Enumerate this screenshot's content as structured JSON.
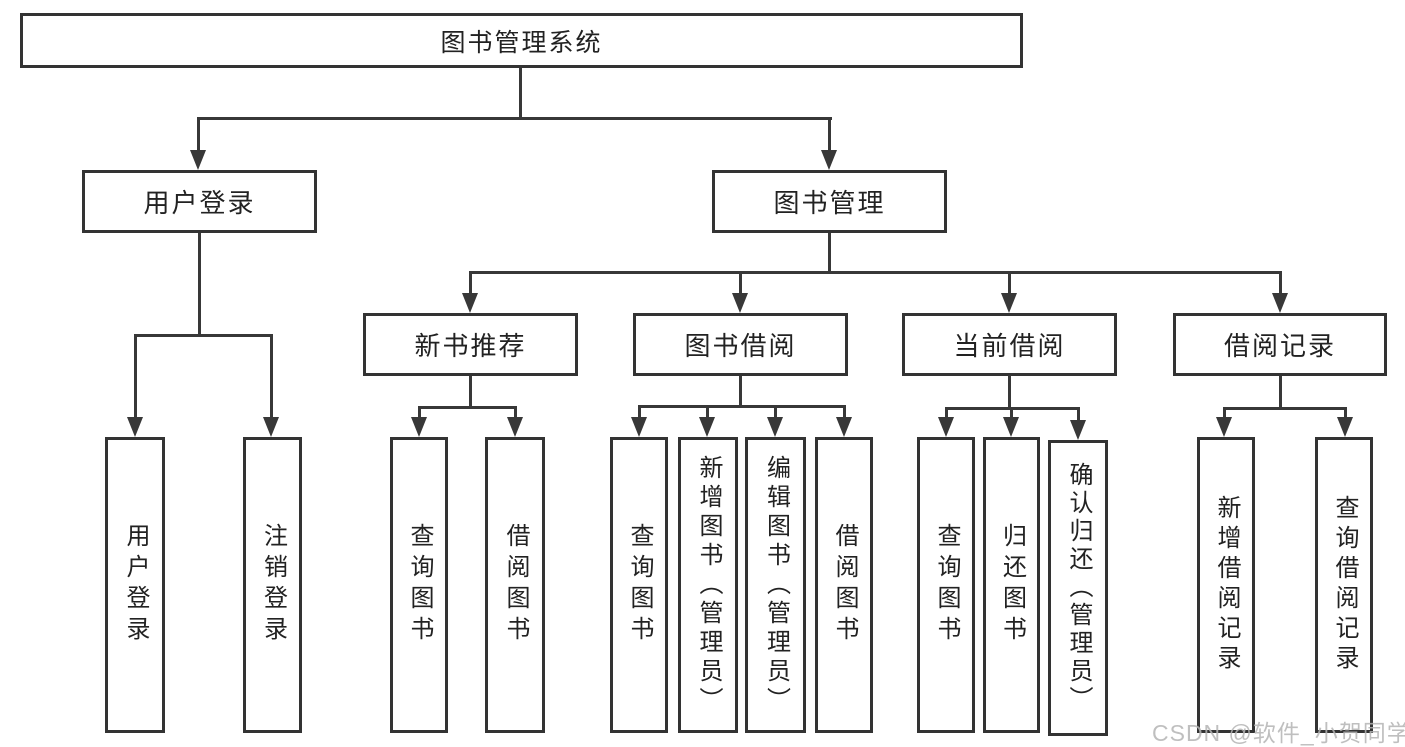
{
  "diagram": {
    "type": "tree",
    "colors": {
      "line": "#383838",
      "border": "#333333",
      "text": "#222222",
      "watermark": "#b5b5b5",
      "background": "#ffffff"
    },
    "tree": {
      "root": {
        "label": "图书管理系统"
      },
      "children": [
        {
          "label": "用户登录",
          "children": [
            {
              "label": "用户登录"
            },
            {
              "label": "注销登录"
            }
          ]
        },
        {
          "label": "图书管理",
          "children": [
            {
              "label": "新书推荐",
              "children": [
                {
                  "label": "查询图书"
                },
                {
                  "label": "借阅图书"
                }
              ]
            },
            {
              "label": "图书借阅",
              "children": [
                {
                  "label": "查询图书"
                },
                {
                  "label": "新增图书（管理员）"
                },
                {
                  "label": "编辑图书（管理员）"
                },
                {
                  "label": "借阅图书"
                }
              ]
            },
            {
              "label": "当前借阅",
              "children": [
                {
                  "label": "查询图书"
                },
                {
                  "label": "归还图书"
                },
                {
                  "label": "确认归还（管理员）"
                }
              ]
            },
            {
              "label": "借阅记录",
              "children": [
                {
                  "label": "新增借阅记录"
                },
                {
                  "label": "查询借阅记录"
                }
              ]
            }
          ]
        }
      ]
    },
    "watermark": "CSDN @软件_小贺同学"
  }
}
